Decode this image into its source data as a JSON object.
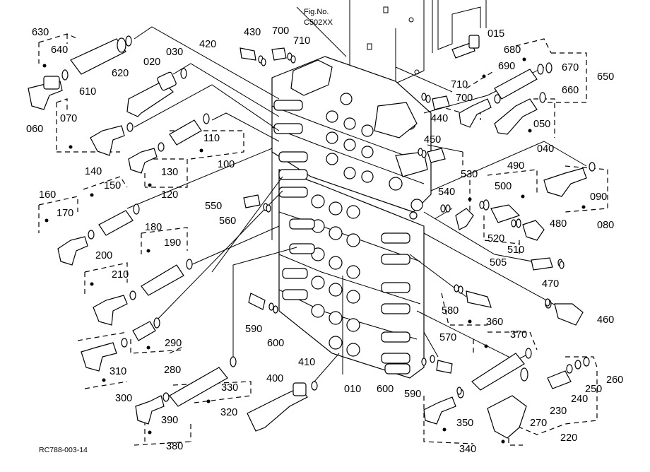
{
  "figure": {
    "title_line1": "Fig.No.",
    "title_line2": "C502XX",
    "code": "RC788-003-14"
  },
  "callouts": {
    "c630": "630",
    "c640": "640",
    "c610": "610",
    "c620": "620",
    "c020": "020",
    "c030": "030",
    "c420": "420",
    "c430": "430",
    "c700a": "700",
    "c710a": "710",
    "c015": "015",
    "c680": "680",
    "c690": "690",
    "c670": "670",
    "c650": "650",
    "c660": "660",
    "c710b": "710",
    "c700b": "700",
    "c440": "440",
    "c050": "050",
    "c040": "040",
    "c060": "060",
    "c070": "070",
    "c110": "110",
    "c130": "130",
    "c100": "100",
    "c120": "120",
    "c450": "450",
    "c140": "140",
    "c150": "150",
    "c160": "160",
    "c170": "170",
    "c090": "090",
    "c080": "080",
    "c530": "530",
    "c490": "490",
    "c540": "540",
    "c500": "500",
    "c550": "550",
    "c560": "560",
    "c180": "180",
    "c190": "190",
    "c520": "520",
    "c510": "510",
    "c480": "480",
    "c505": "505",
    "c200": "200",
    "c210": "210",
    "c470": "470",
    "c460": "460",
    "c580": "580",
    "c360": "360",
    "c570": "570",
    "c590a": "590",
    "c600a": "600",
    "c290": "290",
    "c370": "370",
    "c280": "280",
    "c310": "310",
    "c410": "410",
    "c400": "400",
    "c010": "010",
    "c600b": "600",
    "c590b": "590",
    "c260": "260",
    "c250": "250",
    "c300": "300",
    "c330": "330",
    "c240": "240",
    "c230": "230",
    "c320": "320",
    "c350": "350",
    "c270": "270",
    "c390": "390",
    "c380": "380",
    "c340": "340",
    "c220": "220"
  }
}
